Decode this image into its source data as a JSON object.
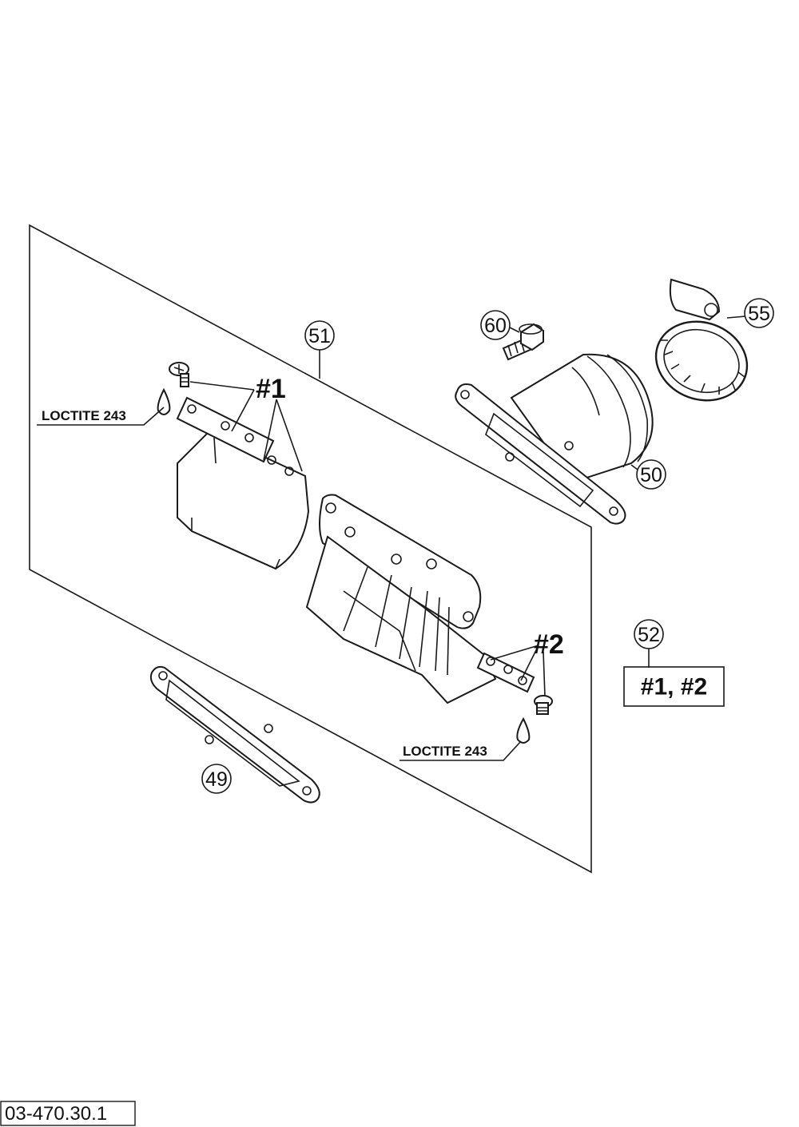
{
  "diagram": {
    "part_numbers": {
      "p49": "49",
      "p50": "50",
      "p51": "51",
      "p52": "52",
      "p55": "55",
      "p60": "60"
    },
    "group_marks": {
      "g1": "#1",
      "g2": "#2"
    },
    "notes": {
      "loctite_top": "LOCTITE 243",
      "loctite_bottom": "LOCTITE 243"
    },
    "kit_box": {
      "label": "#1, #2"
    },
    "drawing_number": "03-470.30.1"
  }
}
